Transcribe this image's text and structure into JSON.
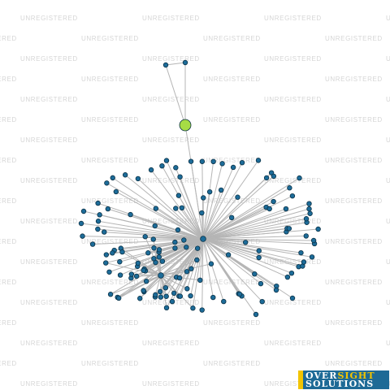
{
  "watermark": {
    "text": "UNREGISTERED"
  },
  "logo": {
    "line1_part1": "OVER",
    "line1_part2": "SIGHT",
    "line2": "SOLUTIONS"
  },
  "colors": {
    "node": "#1d6c99",
    "node_stroke": "#0b3146",
    "hub": "#a6dc45",
    "edge": "#b5b5b5",
    "watermark": "#d6d6d6",
    "logo_bg": "#1e6a96",
    "logo_accent": "#f2c400"
  },
  "graph": {
    "central_node": "hub",
    "highlighted_node": "green-node",
    "leaf_node_count": 140
  }
}
